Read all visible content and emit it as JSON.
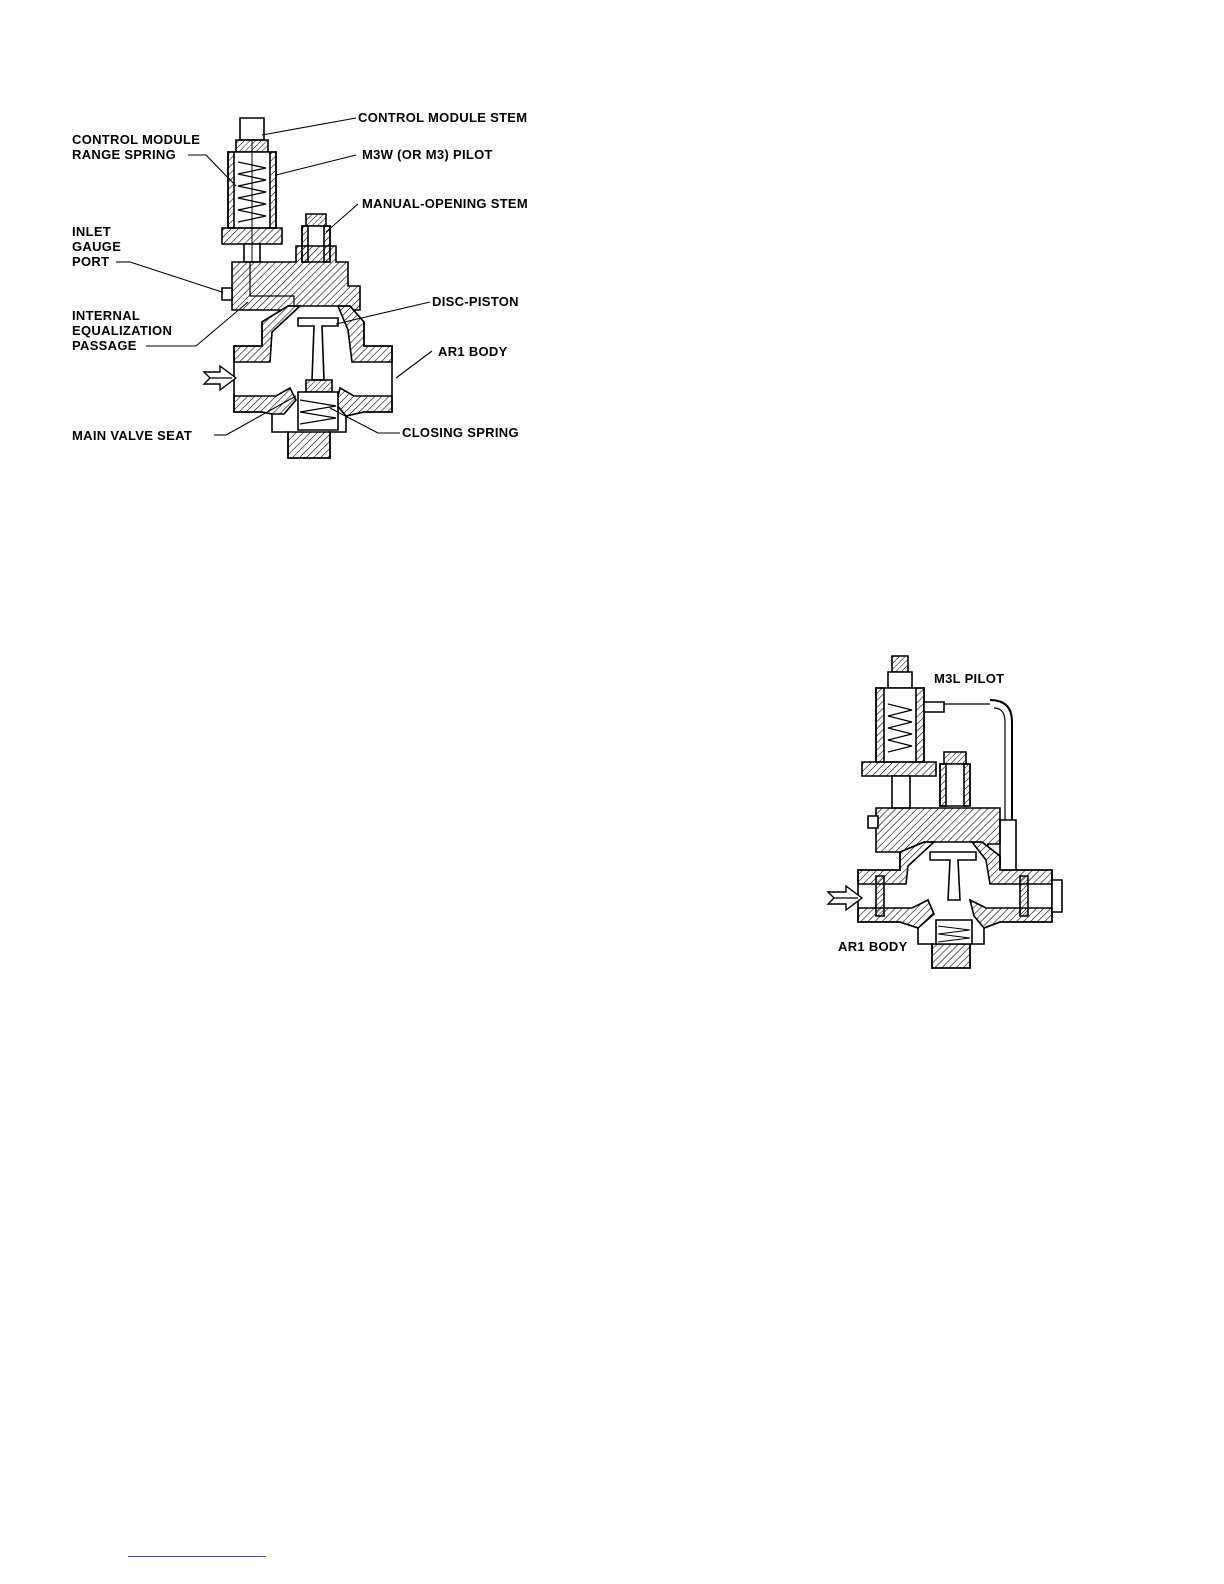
{
  "figure1": {
    "labels": {
      "control_module_stem": "CONTROL MODULE STEM",
      "control_module_range_spring_1": "CONTROL MODULE",
      "control_module_range_spring_2": "RANGE SPRING",
      "m3w_pilot": "M3W (OR M3) PILOT",
      "manual_opening_stem": "MANUAL-OPENING STEM",
      "inlet_gauge_port_1": "INLET",
      "inlet_gauge_port_2": "GAUGE",
      "inlet_gauge_port_3": "PORT",
      "disc_piston": "DISC-PISTON",
      "internal_equalization_1": "INTERNAL",
      "internal_equalization_2": "EQUALIZATION",
      "internal_equalization_3": "PASSAGE",
      "ar1_body": "AR1 BODY",
      "main_valve_seat": "MAIN VALVE SEAT",
      "closing_spring": "CLOSING SPRING"
    }
  },
  "figure2": {
    "labels": {
      "m3l_pilot": "M3L PILOT",
      "ar1_body": "AR1 BODY"
    }
  },
  "colors": {
    "ink": "#000000",
    "footer_rule": "#3a4fb8"
  }
}
